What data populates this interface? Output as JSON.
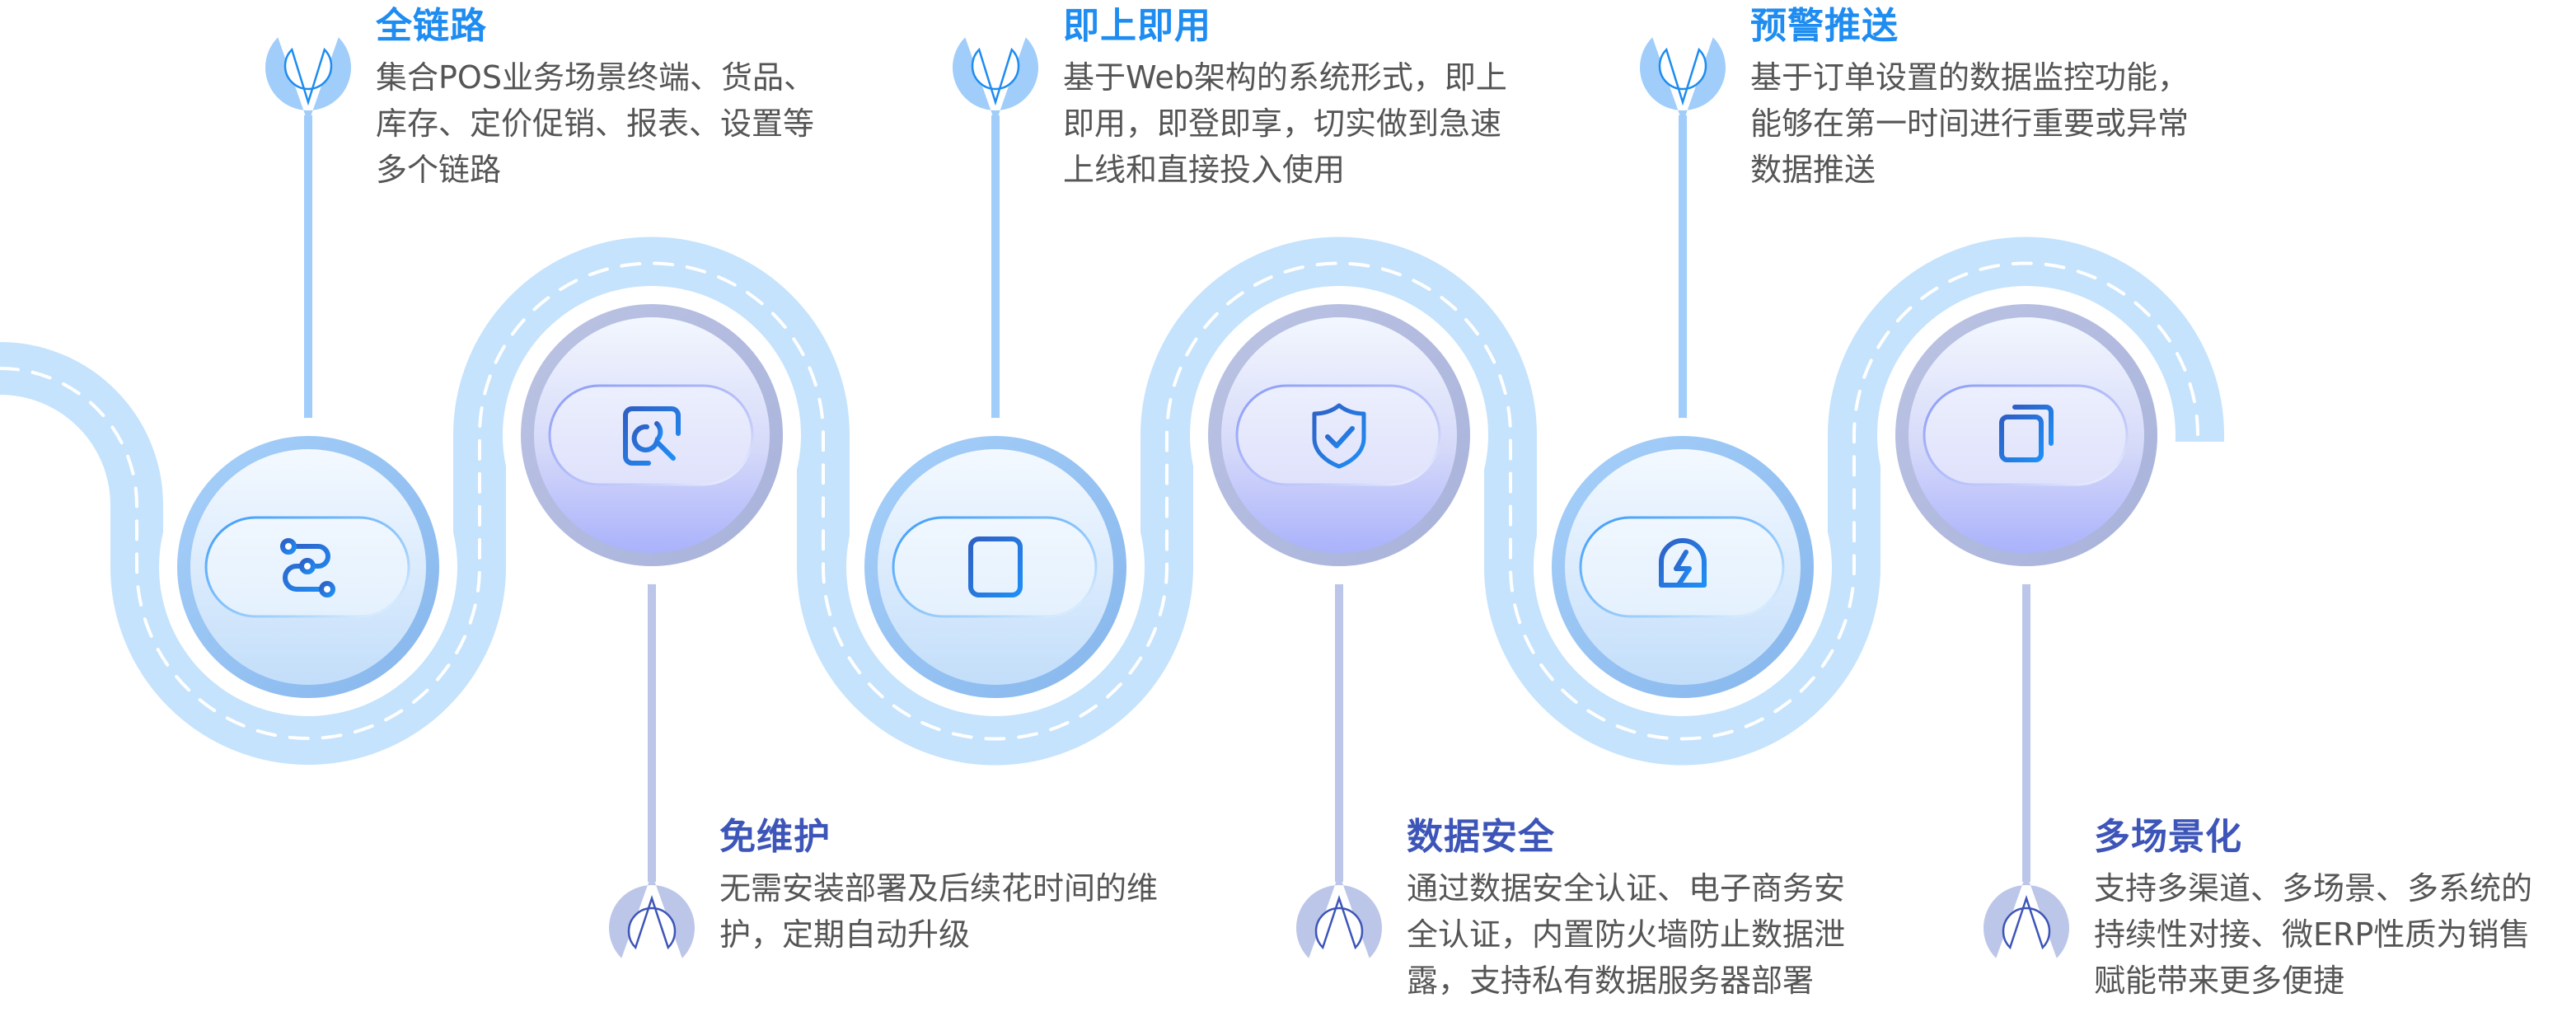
{
  "colors": {
    "road": "#c5e3fc",
    "road_dash": "#ffffff",
    "top_accent": "#1e8cf0",
    "top_pin": "#a0cdfa",
    "bottom_accent": "#3d55b8",
    "bottom_pin": "#bcc6e8",
    "body_text": "#555555"
  },
  "features": [
    {
      "id": "full-chain",
      "position": "top",
      "theme": "blue",
      "icon": "flow-path-icon",
      "title": "全链路",
      "desc": [
        "集合POS业务场景终端、货品、",
        "库存、定价促销、报表、设置等",
        "多个链路"
      ]
    },
    {
      "id": "maintenance-free",
      "position": "bottom",
      "theme": "purple",
      "icon": "wrench-icon",
      "title": "免维护",
      "desc": [
        "无需安装部署及后续花时间的维",
        "护，定期自动升级"
      ]
    },
    {
      "id": "ready-to-use",
      "position": "top",
      "theme": "blue",
      "icon": "browser-window-icon",
      "title": "即上即用",
      "desc": [
        "基于Web架构的系统形式，即上",
        "即用，即登即享，切实做到急速",
        "上线和直接投入使用"
      ]
    },
    {
      "id": "data-security",
      "position": "bottom",
      "theme": "purple",
      "icon": "shield-check-icon",
      "title": "数据安全",
      "desc": [
        "通过数据安全认证、电子商务安",
        "全认证，内置防火墙防止数据泄",
        "露，支持私有数据服务器部署"
      ]
    },
    {
      "id": "alert-push",
      "position": "top",
      "theme": "blue",
      "icon": "alarm-light-icon",
      "title": "预警推送",
      "desc": [
        "基于订单设置的数据监控功能，",
        "能够在第一时间进行重要或异常",
        "数据推送"
      ]
    },
    {
      "id": "multi-scenario",
      "position": "bottom",
      "theme": "purple",
      "icon": "copy-windows-icon",
      "title": "多场景化",
      "desc": [
        "支持多渠道、多场景、多系统的",
        "持续性对接、微ERP性质为销售",
        "赋能带来更多便捷"
      ]
    }
  ]
}
